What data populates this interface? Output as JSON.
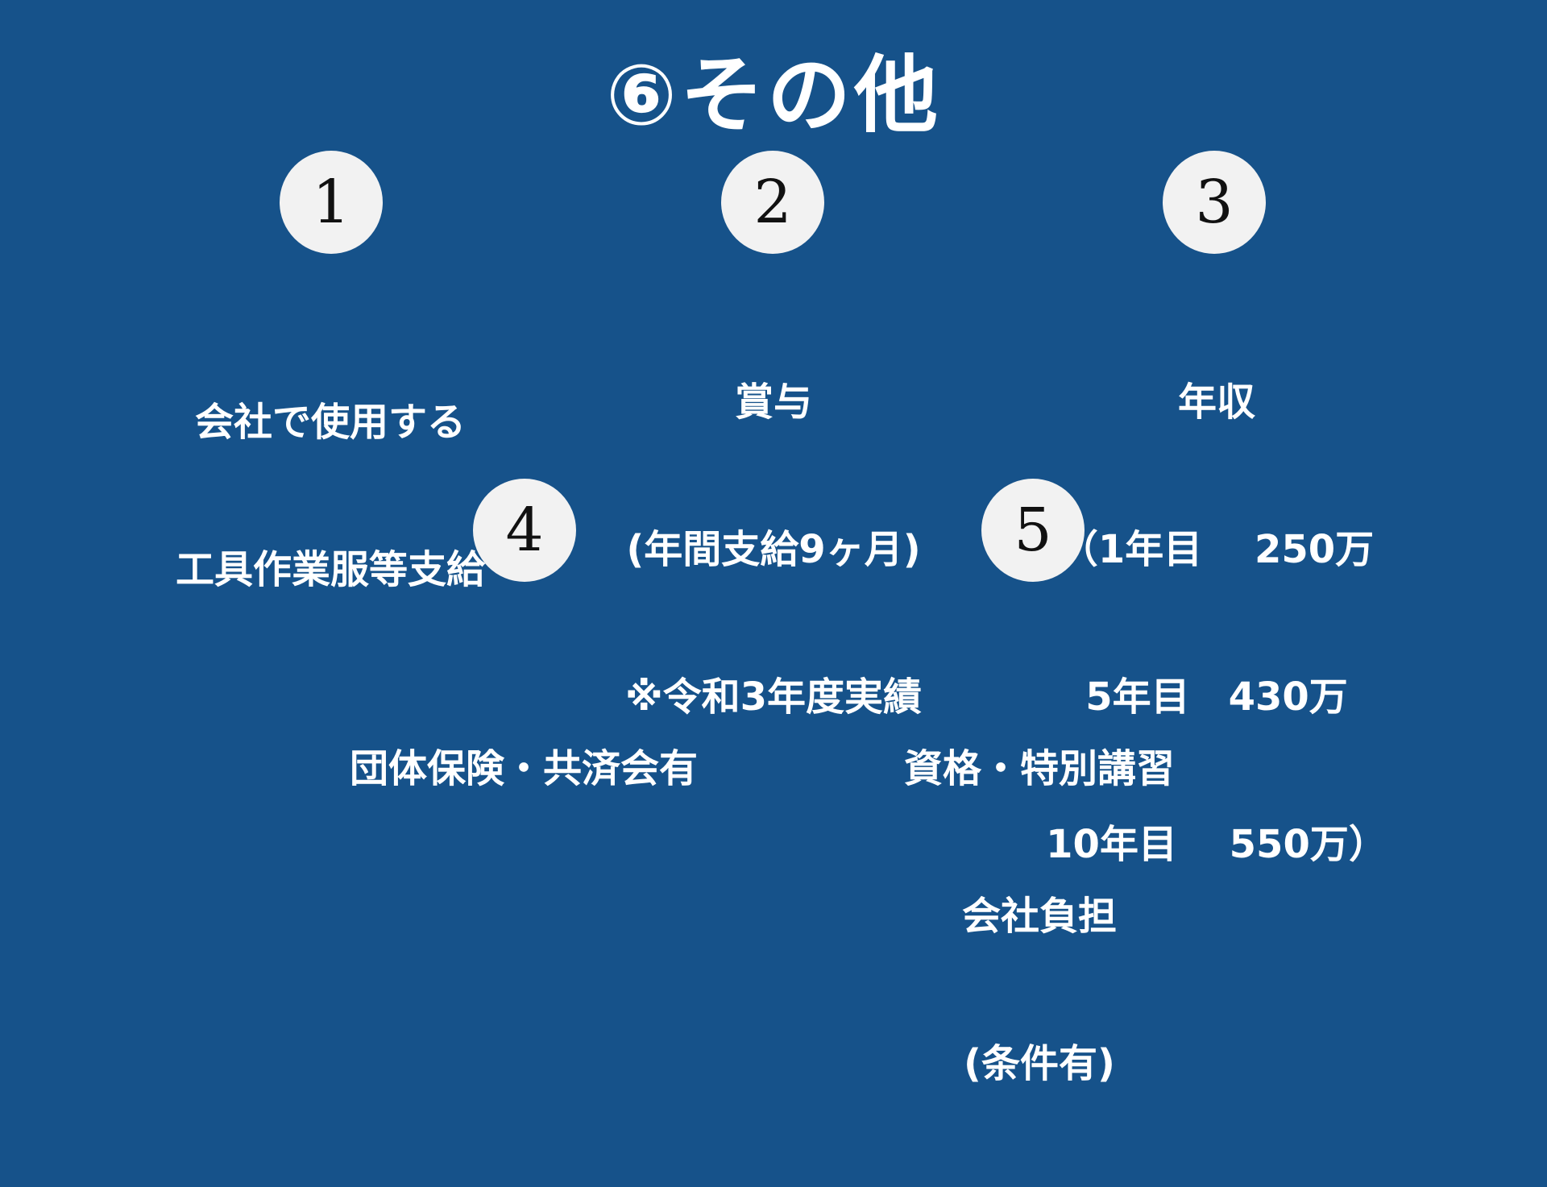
{
  "title": "⑥その他",
  "items": [
    {
      "number": "1",
      "lines": [
        "会社で使用する",
        "工具作業服等支給"
      ]
    },
    {
      "number": "2",
      "lines": [
        "賞与",
        "(年間支給9ヶ月)",
        "※令和3年度実績"
      ]
    },
    {
      "number": "3",
      "lines": [
        "年収",
        "（1年目　 250万",
        "5年目　430万",
        "10年目　 550万）"
      ]
    },
    {
      "number": "4",
      "lines": [
        "団体保険・共済会有"
      ]
    },
    {
      "number": "5",
      "lines": [
        "資格・特別講習",
        "会社負担",
        "(条件有)"
      ]
    }
  ]
}
